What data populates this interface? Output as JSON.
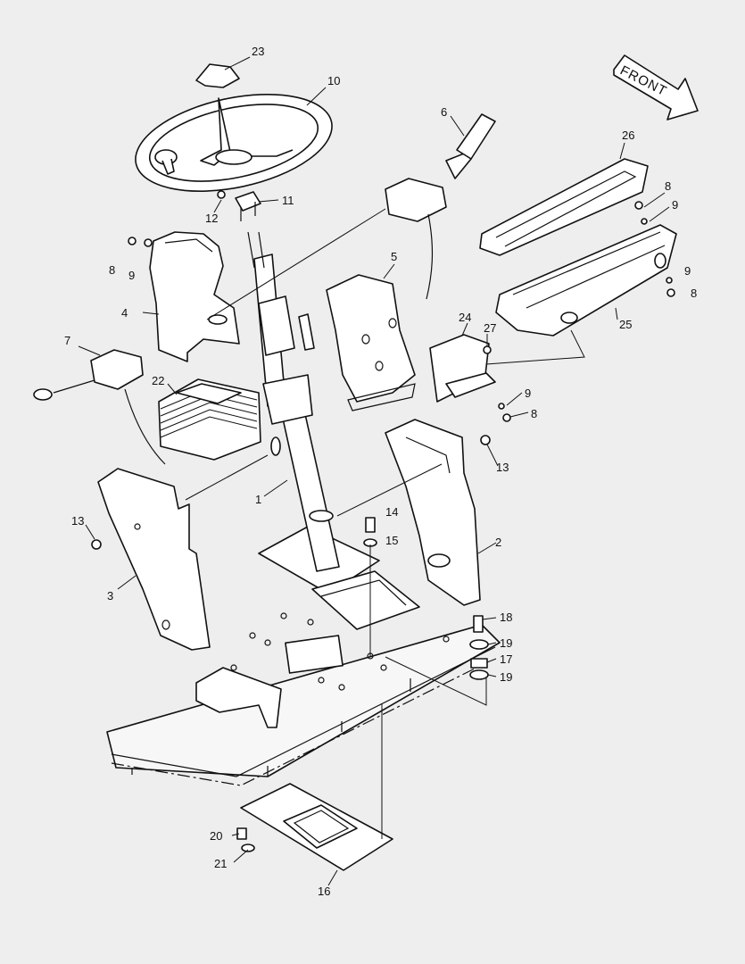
{
  "front_label": "FRONT",
  "callouts": {
    "c1": "1",
    "c2": "2",
    "c3": "3",
    "c4": "4",
    "c5": "5",
    "c6": "6",
    "c7": "7",
    "c8a": "8",
    "c8b": "8",
    "c8c": "8",
    "c8d": "8",
    "c9a": "9",
    "c9b": "9",
    "c9c": "9",
    "c9d": "9",
    "c10": "10",
    "c11": "11",
    "c12": "12",
    "c13a": "13",
    "c13b": "13",
    "c14": "14",
    "c15": "15",
    "c16": "16",
    "c17": "17",
    "c18": "18",
    "c19a": "19",
    "c19b": "19",
    "c20": "20",
    "c21": "21",
    "c22": "22",
    "c23": "23",
    "c24": "24",
    "c25": "25",
    "c26": "26",
    "c27": "27"
  }
}
